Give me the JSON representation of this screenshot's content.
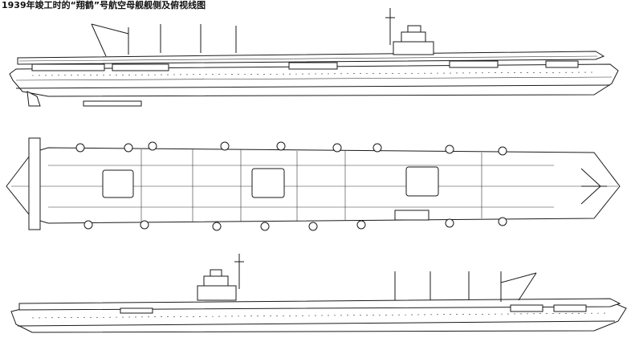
{
  "caption": "1939年竣工时的“翔鹤”号航空母舰舰侧及俯视线图",
  "colors": {
    "line": "#1a1a1a",
    "background": "#ffffff"
  },
  "views": {
    "starboard_side": {
      "name": "starboard-profile"
    },
    "top": {
      "name": "flight-deck-plan"
    },
    "port_side": {
      "name": "port-profile"
    }
  }
}
